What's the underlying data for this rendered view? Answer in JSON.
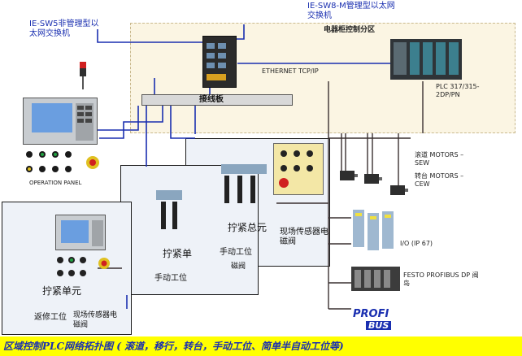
{
  "labels": {
    "ie_sw5": "IE-SW5非管理型以\n太网交换机",
    "ie_sw8": "IE-SW8-M管理型以太网\n交换机",
    "cabinet": "电器柜控制分区",
    "ethernet": "ETHERNET TCP/IP",
    "plc": "PLC 317/315-\n2DP/PN",
    "terminal": "接线板",
    "operation_panel": "OPERATION PANEL",
    "motors_sew": "滚道 MOTORS –\nSEW",
    "motors_cew": "转台 MOTORS –\nCEW",
    "io": "I/O (IP 67)",
    "festo": "FESTO PROFIBUS DP 阀\n岛",
    "profi_top": "PROFI",
    "profi_bottom": "BUS",
    "unit_total": "拧紧总元",
    "sensor_valve_1": "现场传感器电\n磁阀",
    "manual_station_1": "手动工位",
    "valve_fragment": "磁阀",
    "unit_single_mid": "拧紧单",
    "manual_station_2": "手动工位",
    "unit_single_left": "拧紧单元",
    "repair_station": "返修工位",
    "sensor_valve_2": "现场传感器电\n磁阀",
    "caption": "区域控制PLC网络拓扑图 ( 滚道，移行，转台，手动工位、简单半自动工位等)"
  },
  "colors": {
    "cabinet_bg": "#fbf5e3",
    "panel_bg": "#eef2f8",
    "wire_blue": "#1a2fb0",
    "wire_dark": "#3a3030",
    "caption_bg": "#ffff00",
    "caption_text": "#1a2fb0"
  },
  "icons": [
    "switch-icon",
    "plc-icon",
    "signal-tower-icon",
    "hmi-icon",
    "motor-icon",
    "io-module-icon",
    "valve-terminal-icon",
    "profibus-logo",
    "nutrunner-icon",
    "button-box-icon"
  ]
}
